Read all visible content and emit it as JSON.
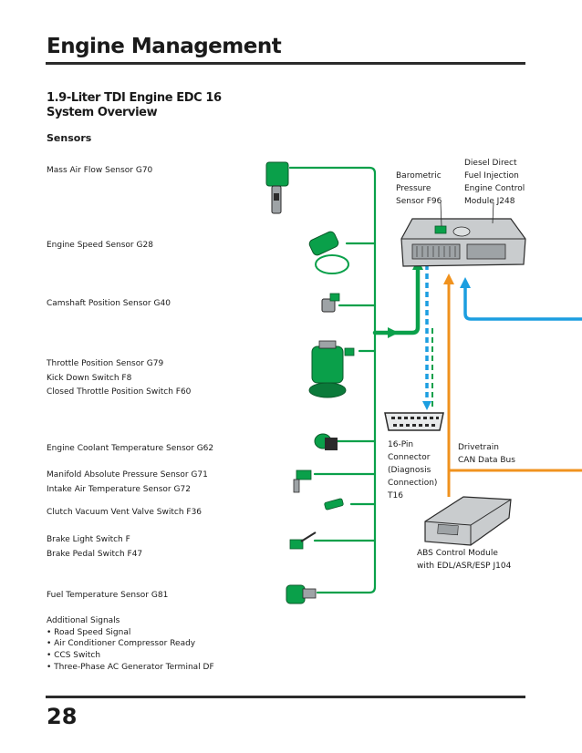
{
  "header": {
    "title": "Engine Management",
    "subtitle_line1": "1.9-Liter TDI Engine EDC 16",
    "subtitle_line2": "System Overview"
  },
  "sensors": {
    "heading": "Sensors",
    "maf": "Mass Air Flow Sensor G70",
    "speed": "Engine Speed Sensor G28",
    "cam": "Camshaft Position Sensor G40",
    "throttle": [
      "Throttle Position Sensor G79",
      "Kick Down Switch F8",
      "Closed Throttle Position Switch F60"
    ],
    "coolant": "Engine Coolant Temperature Sensor G62",
    "manifold": [
      "Manifold Absolute Pressure Sensor G71",
      "Intake Air Temperature Sensor G72"
    ],
    "clutch": "Clutch Vacuum Vent Valve Switch F36",
    "brake": [
      "Brake Light Switch F",
      "Brake Pedal Switch F47"
    ],
    "fuel": "Fuel Temperature Sensor G81"
  },
  "additional": {
    "heading": "Additional Signals",
    "items": [
      "•  Road Speed Signal",
      "•  Air Conditioner Compressor Ready",
      "•  CCS Switch",
      "•  Three-Phase AC Generator Terminal DF"
    ]
  },
  "components": {
    "barometric": [
      "Barometric",
      "Pressure",
      "Sensor F96"
    ],
    "ecm": [
      "Diesel Direct",
      "Fuel Injection",
      "Engine Control",
      "Module J248"
    ],
    "connector": [
      "16-Pin",
      "Connector",
      "(Diagnosis",
      "Connection)",
      "T16"
    ],
    "can_bus": [
      "Drivetrain",
      "CAN Data Bus"
    ],
    "abs": [
      "ABS Control Module",
      "with EDL/ASR/ESP J104"
    ]
  },
  "colors": {
    "green": "#0aa04a",
    "orange": "#f0921e",
    "blue": "#1c9ee0",
    "dark_green": "#0b7a3a",
    "component_gray": "#c9ccce"
  },
  "footer": {
    "page_number": "28"
  }
}
